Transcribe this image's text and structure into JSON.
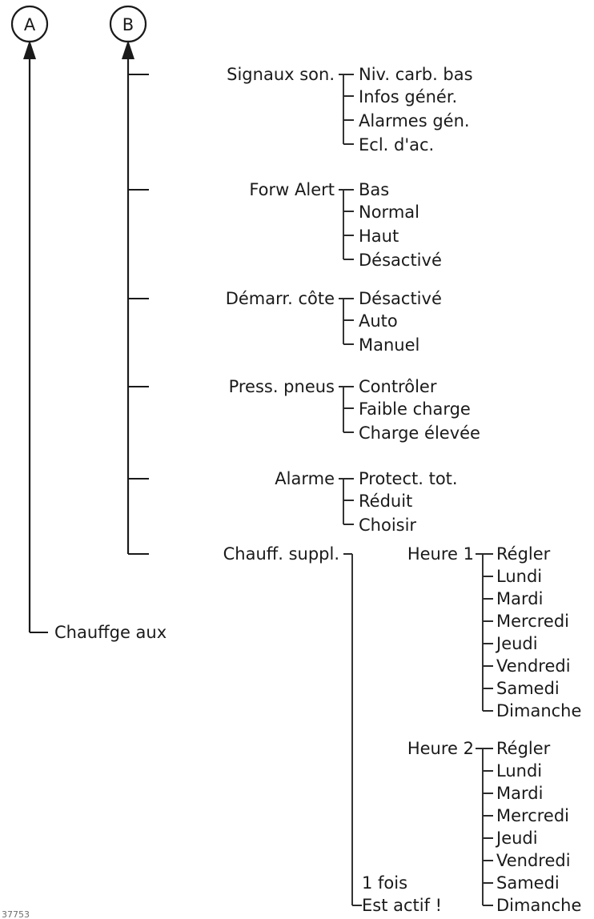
{
  "diagram": {
    "type": "menu-tree",
    "page_reference": "37753",
    "connectors": [
      {
        "name": "A",
        "label": "A"
      },
      {
        "name": "B",
        "label": "B"
      }
    ],
    "branch_a": {
      "items": [
        {
          "label": "Chauffge aux"
        }
      ]
    },
    "branch_b": {
      "items": [
        {
          "label": "Signaux son.",
          "options": [
            "Niv. carb. bas",
            "Infos génér.",
            "Alarmes gén.",
            "Ecl. d'ac."
          ]
        },
        {
          "label": "Forw Alert",
          "options": [
            "Bas",
            "Normal",
            "Haut",
            "Désactivé"
          ]
        },
        {
          "label": "Démarr. côte",
          "options": [
            "Désactivé",
            "Auto",
            "Manuel"
          ]
        },
        {
          "label": "Press. pneus",
          "options": [
            "Contrôler",
            "Faible charge",
            "Charge élevée"
          ]
        },
        {
          "label": "Alarme",
          "options": [
            "Protect. tot.",
            "Réduit",
            "Choisir"
          ]
        },
        {
          "label": "Chauff. suppl.",
          "sub_items": [
            {
              "label": "Heure 1",
              "options": [
                "Régler",
                "Lundi",
                "Mardi",
                "Mercredi",
                "Jeudi",
                "Vendredi",
                "Samedi",
                "Dimanche"
              ]
            },
            {
              "label": "Heure 2",
              "options": [
                "Régler",
                "Lundi",
                "Mardi",
                "Mercredi",
                "Jeudi",
                "Vendredi",
                "Samedi",
                "Dimanche"
              ]
            },
            {
              "label": "1 fois",
              "options": []
            },
            {
              "label": "Est actif !",
              "options": []
            }
          ]
        }
      ]
    },
    "colors": {
      "line": "#1a1a1a",
      "text": "#1a1a1a",
      "background": "#ffffff"
    }
  }
}
